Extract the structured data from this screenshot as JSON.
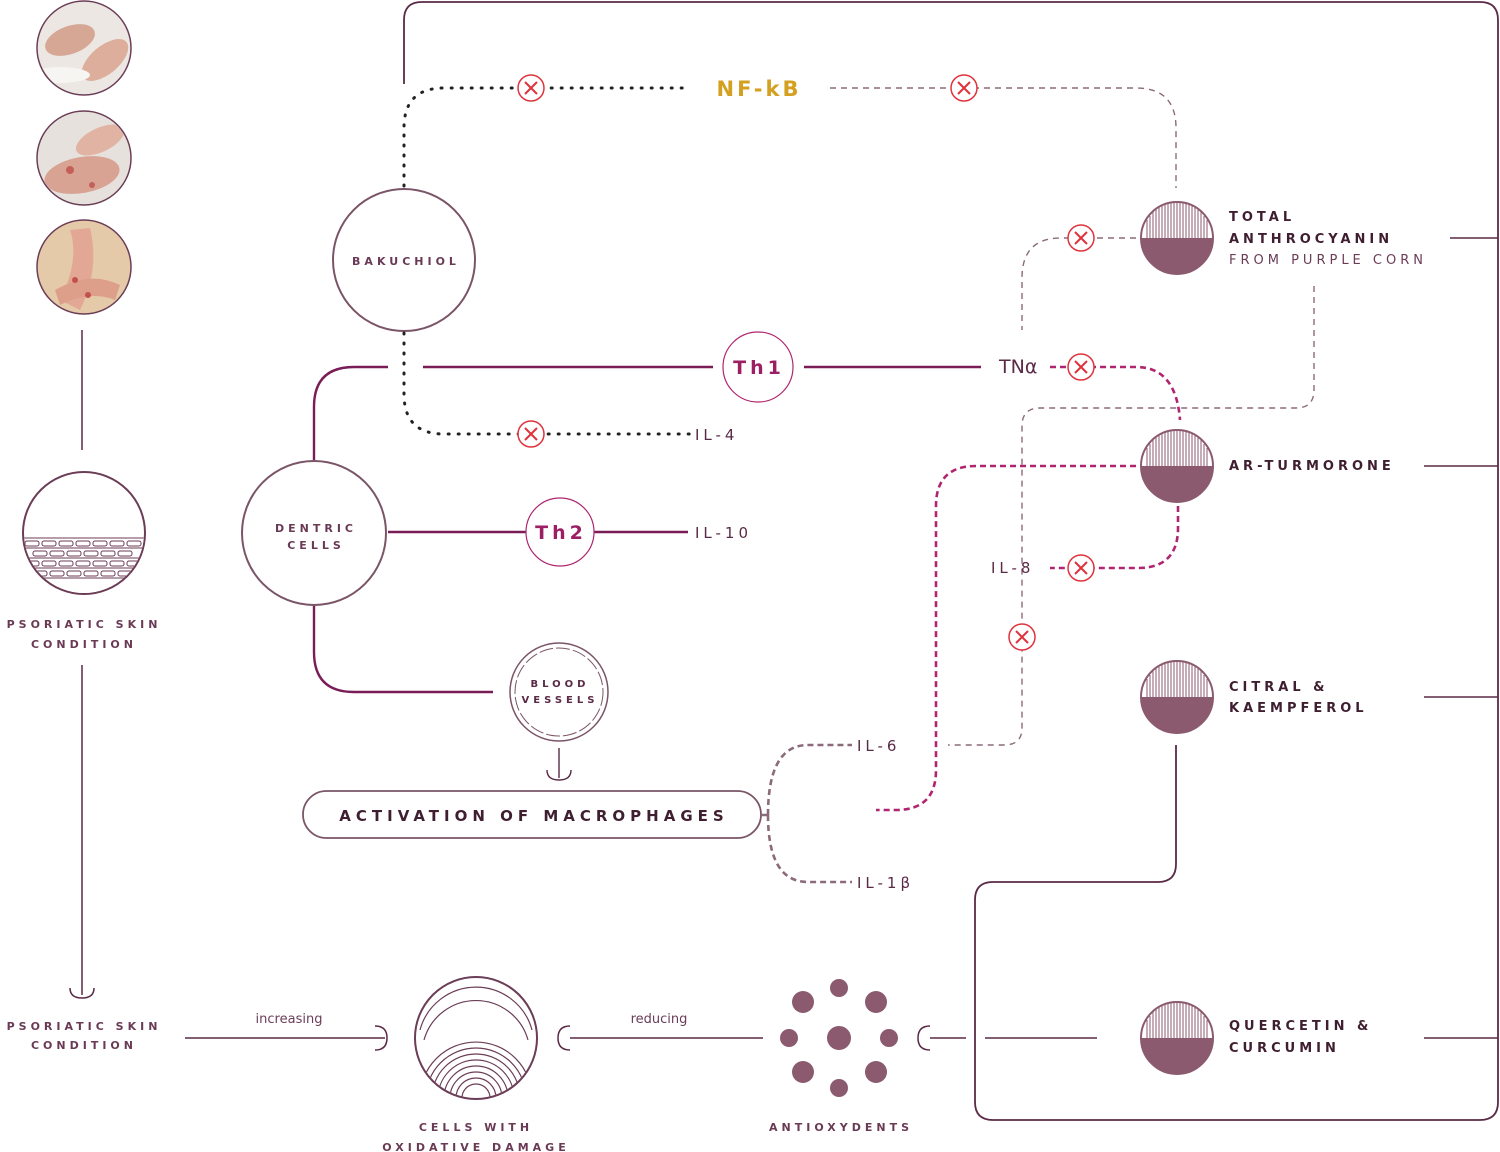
{
  "photos": [
    {
      "name": "photo-hands-cream",
      "icon": "hands-applying-cream"
    },
    {
      "name": "photo-hands-scratching",
      "icon": "hands-scratching"
    },
    {
      "name": "photo-arm-rash",
      "icon": "arm-with-rash"
    }
  ],
  "left": {
    "skin_label_1": [
      "PSORIATIC SKIN",
      "CONDITION"
    ],
    "skin_label_2": [
      "PSORIATIC SKIN",
      "CONDITION"
    ]
  },
  "center": {
    "bakuchiol": "BAKUCHIOL",
    "nfkb": "NF-kB",
    "th1": "Th1",
    "th2": "Th2",
    "tna": "TNα",
    "il4": "IL-4",
    "il10": "IL-10",
    "dentric": [
      "DENTRIC",
      "CELLS"
    ],
    "blood": [
      "BLOOD",
      "VESSELS"
    ],
    "macrophages": "ACTIVATION OF MACROPHAGES",
    "il6": "IL-6",
    "il1b": "IL-1β",
    "il8": "IL-8"
  },
  "plants": {
    "anthocyanin": [
      "TOTAL",
      "ANTHROCYANIN",
      "FROM PURPLE CORN"
    ],
    "turmorone": "AR-TURMORONE",
    "citral": [
      "CITRAL &",
      "KAEMPFEROL"
    ],
    "quercetin": [
      "QUERCETIN &",
      "CURCUMIN"
    ]
  },
  "bottom": {
    "increasing": "increasing",
    "reducing": "reducing",
    "cells": [
      "CELLS WITH",
      "OXIDATIVE DAMAGE"
    ],
    "antioxydents": "ANTIOXYDENTS"
  },
  "colors": {
    "primary": "#5a2a46",
    "accent_magenta": "#b0256f",
    "gold": "#d4a020",
    "block_red": "#e0323c",
    "plant_fill": "#8b5a6e"
  }
}
